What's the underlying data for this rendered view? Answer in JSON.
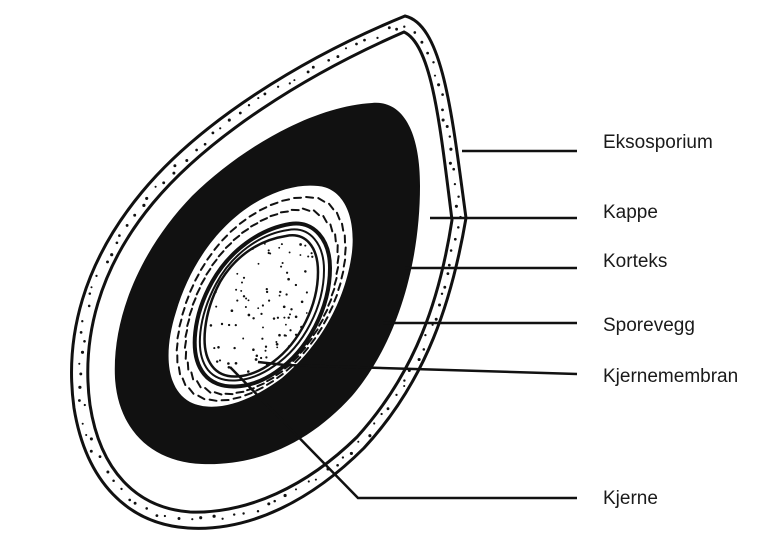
{
  "labels": [
    "Eksosporium",
    "Kappe",
    "Korteks",
    "Sporevegg",
    "Kjernemembran",
    "Kjerne"
  ],
  "colors": {
    "ink": "#111111",
    "background": "#ffffff"
  }
}
